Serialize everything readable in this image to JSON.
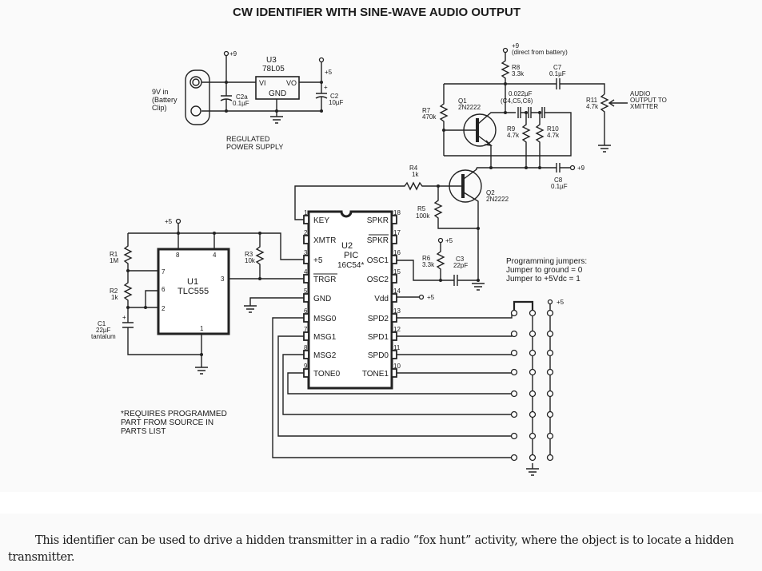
{
  "title": "CW IDENTIFIER WITH SINE-WAVE AUDIO OUTPUT",
  "power_supply": {
    "input_label": [
      "9V in",
      "(Battery",
      "Clip)"
    ],
    "rail_9v": "+9",
    "rail_5v": "+5",
    "regulator": {
      "ref": "U3",
      "part": "78L05",
      "pin_in": "VI",
      "pin_out": "VO",
      "pin_gnd": "GND"
    },
    "c2a": {
      "ref": "C2a",
      "value": "0.1µF"
    },
    "c2": {
      "ref": "C2",
      "value": "10µF",
      "polarity": "+"
    },
    "caption": [
      "REGULATED",
      "POWER SUPPLY"
    ]
  },
  "oscillator": {
    "supply_label": "+9",
    "supply_note": "(direct from battery)",
    "r8": {
      "ref": "R8",
      "value": "3.3k"
    },
    "c7": {
      "ref": "C7",
      "value": "0.1µF"
    },
    "r7": {
      "ref": "R7",
      "value": "470k"
    },
    "q1": {
      "ref": "Q1",
      "part": "2N2222"
    },
    "caps_phase": {
      "value": "0.022µF",
      "refs": "(C4,C5,C6)"
    },
    "r9": {
      "ref": "R9",
      "value": "4.7k"
    },
    "r10": {
      "ref": "R10",
      "value": "4.7k"
    },
    "r11": {
      "ref": "R11",
      "value": "4.7k"
    },
    "output_label": [
      "AUDIO",
      "OUTPUT TO",
      "XMITTER"
    ],
    "r4": {
      "ref": "R4",
      "value": "1k"
    },
    "r5": {
      "ref": "R5",
      "value": "100k"
    },
    "q2": {
      "ref": "Q2",
      "part": "2N2222"
    },
    "c8": {
      "ref": "C8",
      "value": "0.1µF"
    },
    "c8_supply": "+9"
  },
  "timer": {
    "supply": "+5",
    "u1": {
      "ref": "U1",
      "part": "TLC555"
    },
    "pins": {
      "p8": "8",
      "p4": "4",
      "p7": "7",
      "p6": "6",
      "p2": "2",
      "p3": "3",
      "p1": "1"
    },
    "r1": {
      "ref": "R1",
      "value": "1M"
    },
    "r2": {
      "ref": "R2",
      "value": "1k"
    },
    "c1": {
      "ref": "C1",
      "value": "22µF",
      "note": "tantalum",
      "polarity": "+"
    },
    "r3": {
      "ref": "R3",
      "value": "10k"
    }
  },
  "pic": {
    "ref": "U2",
    "part": "PIC",
    "part_no": "16C54*",
    "left_pins": [
      {
        "num": "1",
        "name": "KEY"
      },
      {
        "num": "2",
        "name": "XMTR"
      },
      {
        "num": "3",
        "name": "+5"
      },
      {
        "num": "4",
        "name": "TRGR"
      },
      {
        "num": "5",
        "name": "GND"
      },
      {
        "num": "6",
        "name": "MSG0"
      },
      {
        "num": "7",
        "name": "MSG1"
      },
      {
        "num": "8",
        "name": "MSG2"
      },
      {
        "num": "9",
        "name": "TONE0"
      }
    ],
    "right_pins": [
      {
        "num": "18",
        "name": "SPKR"
      },
      {
        "num": "17",
        "name": "SPKR"
      },
      {
        "num": "16",
        "name": "OSC1"
      },
      {
        "num": "15",
        "name": "OSC2"
      },
      {
        "num": "14",
        "name": "Vdd"
      },
      {
        "num": "13",
        "name": "SPD2"
      },
      {
        "num": "12",
        "name": "SPD1"
      },
      {
        "num": "11",
        "name": "SPD0"
      },
      {
        "num": "10",
        "name": "TONE1"
      }
    ],
    "vdd_supply": "+5"
  },
  "clock": {
    "r6": {
      "ref": "R6",
      "value": "3.3k"
    },
    "c3": {
      "ref": "C3",
      "value": "22pF"
    },
    "supply": "+5"
  },
  "jumpers": {
    "note": [
      "Programming jumpers:",
      "Jumper to ground = 0",
      "Jumper to +5Vdc = 1"
    ],
    "supply": "+5",
    "rows": 8
  },
  "footnote": [
    "*REQUIRES PROGRAMMED",
    "PART FROM SOURCE IN",
    "PARTS LIST"
  ],
  "caption": "This identifier can be used to drive a hidden transmitter in a radio “fox hunt” activity, where the object is to locate a hidden transmitter."
}
